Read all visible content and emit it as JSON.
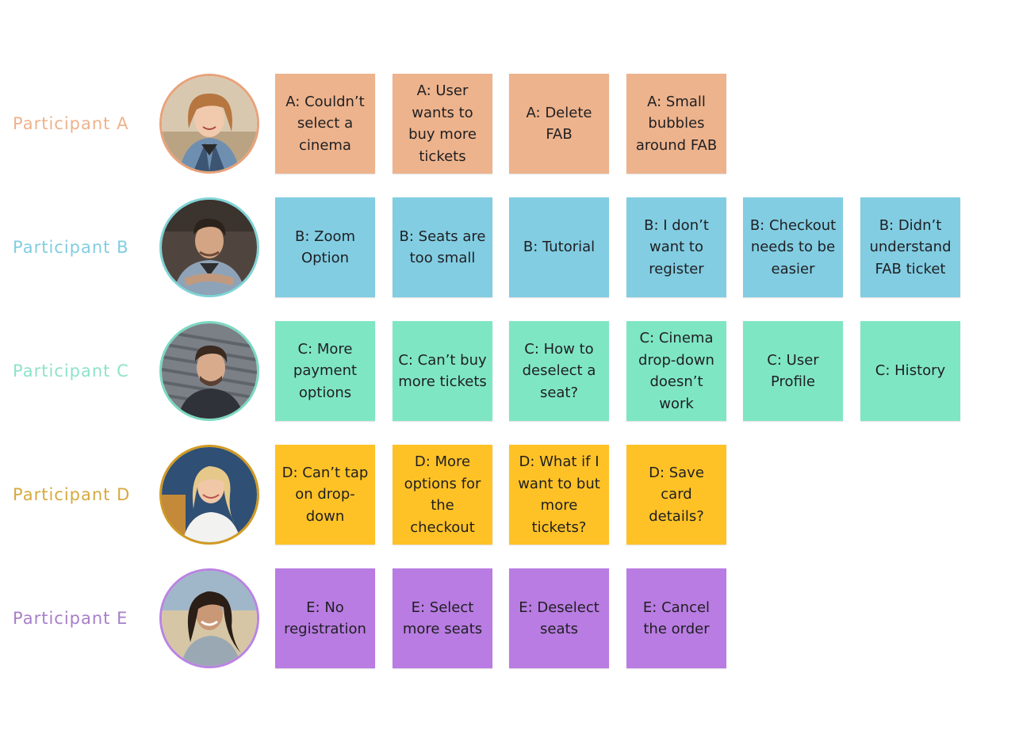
{
  "participants": [
    {
      "id": "a",
      "label": "Participant A",
      "label_color": "#EDB38C",
      "ring_color": "#E8A27A",
      "note_color": "#EDB38C",
      "notes": [
        "A: Couldn’t select a cinema",
        "A: User wants to buy more tickets",
        "A: Delete FAB",
        "A: Small bubbles around FAB"
      ]
    },
    {
      "id": "b",
      "label": "Participant B",
      "label_color": "#82CDE2",
      "ring_color": "#7FD3D6",
      "note_color": "#82CDE2",
      "notes": [
        "B: Zoom Option",
        "B: Seats are too small",
        "B: Tutorial",
        "B: I don’t want to register",
        "B: Checkout needs to be easier",
        "B: Didn’t understand FAB ticket"
      ]
    },
    {
      "id": "c",
      "label": "Participant C",
      "label_color": "#8EE3C9",
      "ring_color": "#7BD9C1",
      "note_color": "#7FE6C3",
      "notes": [
        "C: More payment options",
        "C: Can’t buy more tickets",
        "C: How to deselect a seat?",
        "C: Cinema drop-down doesn’t work",
        "C: User Profile",
        "C: History"
      ]
    },
    {
      "id": "d",
      "label": "Participant D",
      "label_color": "#D7A93E",
      "ring_color": "#D19A22",
      "note_color": "#FFC226",
      "notes": [
        "D: Can’t tap on drop-down",
        "D: More options for the checkout",
        "D: What if I want to but more tickets?",
        "D: Save card details?"
      ]
    },
    {
      "id": "e",
      "label": "Participant E",
      "label_color": "#A77FC9",
      "ring_color": "#B983E2",
      "note_color": "#B97CE2",
      "notes": [
        "E: No registration",
        "E: Select more seats",
        "E: Deselect seats",
        "E: Cancel the order"
      ]
    }
  ]
}
